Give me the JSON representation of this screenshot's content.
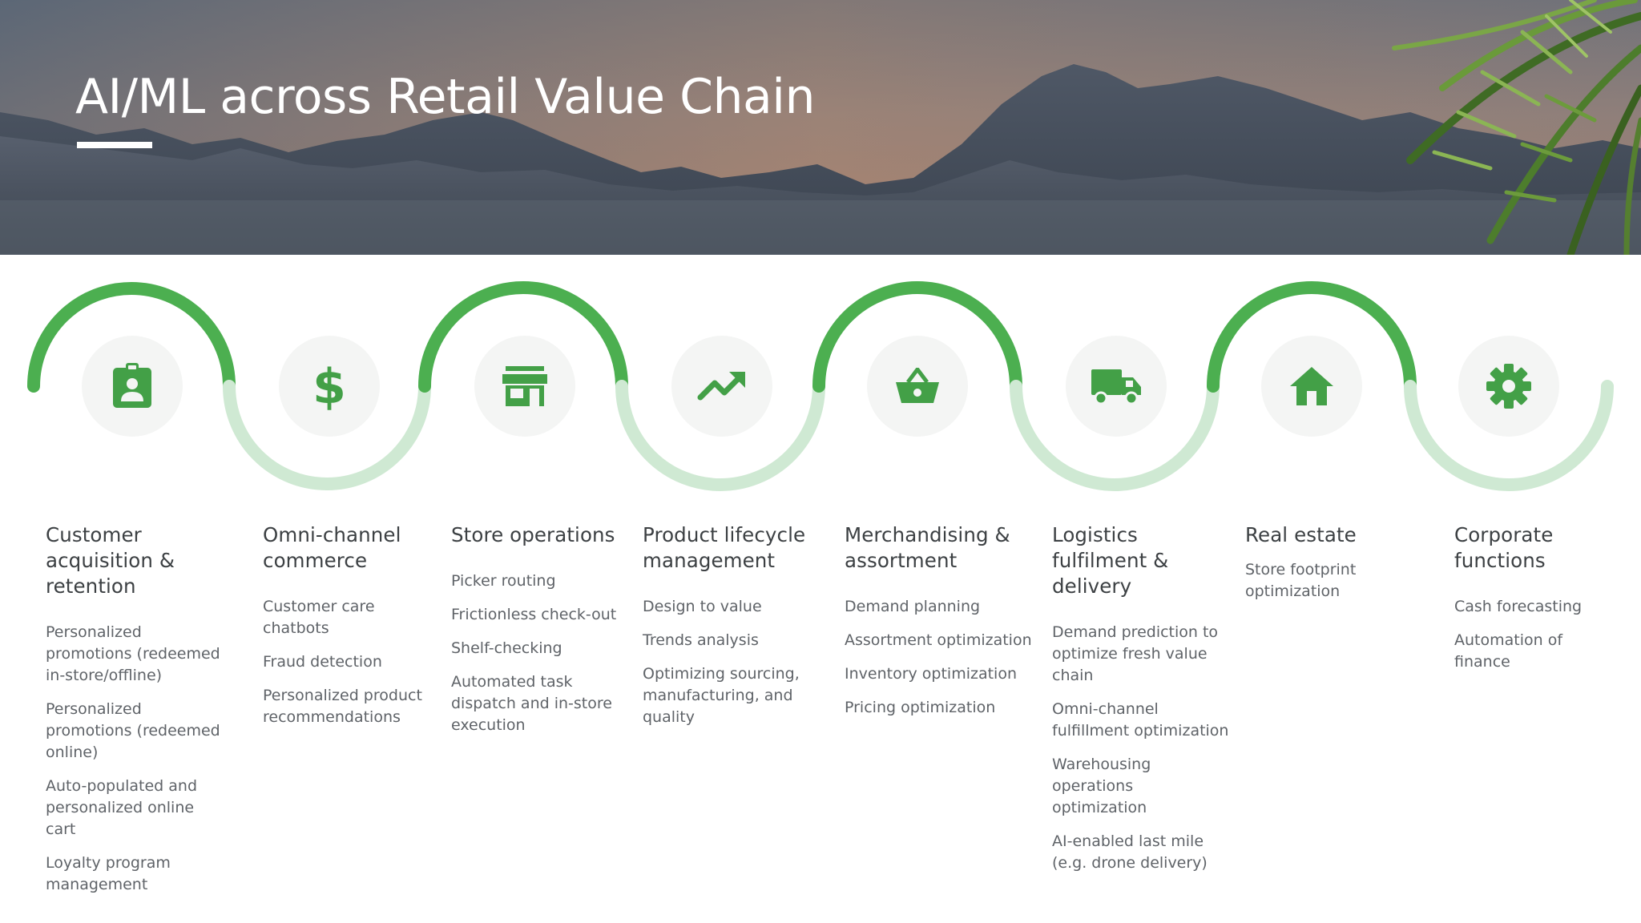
{
  "header": {
    "title": "AI/ML across Retail Value Chain"
  },
  "colors": {
    "arc_dark": "#4caf50",
    "arc_light": "#cfe9d3",
    "icon_green": "#43a047",
    "icon_bg": "#f4f5f4",
    "title_text": "#3c4043",
    "item_text": "#5f6368"
  },
  "stages": [
    {
      "icon": "badge-icon",
      "title": "Customer acquisition & retention",
      "items": [
        "Personalized promotions (redeemed in-store/offline)",
        "Personalized promotions (redeemed online)",
        "Auto-populated and personalized online cart",
        "Loyalty program management"
      ]
    },
    {
      "icon": "dollar-icon",
      "title": "Omni-channel commerce",
      "items": [
        "Customer care chatbots",
        "Fraud detection",
        "Personalized product recommendations"
      ]
    },
    {
      "icon": "storefront-icon",
      "title": "Store operations",
      "items": [
        "Picker routing",
        "Frictionless check-out",
        "Shelf-checking",
        "Automated task dispatch and in-store execution"
      ]
    },
    {
      "icon": "trending-up-icon",
      "title": "Product lifecycle management",
      "items": [
        "Design to value",
        "Trends analysis",
        "Optimizing sourcing, manufacturing, and quality"
      ]
    },
    {
      "icon": "basket-icon",
      "title": "Merchandising & assortment",
      "items": [
        "Demand planning",
        "Assortment optimization",
        "Inventory optimization",
        "Pricing optimization"
      ]
    },
    {
      "icon": "truck-icon",
      "title": "Logistics fulfilment & delivery",
      "items": [
        "Demand prediction to optimize fresh value chain",
        "Omni-channel fulfillment optimization",
        "Warehousing operations optimization",
        "AI-enabled last mile (e.g. drone delivery)"
      ]
    },
    {
      "icon": "home-icon",
      "title": "Real estate",
      "items": [
        "Store footprint optimization"
      ]
    },
    {
      "icon": "gear-icon",
      "title": "Corporate functions",
      "items": [
        "Cash forecasting",
        "Automation of finance"
      ]
    }
  ]
}
